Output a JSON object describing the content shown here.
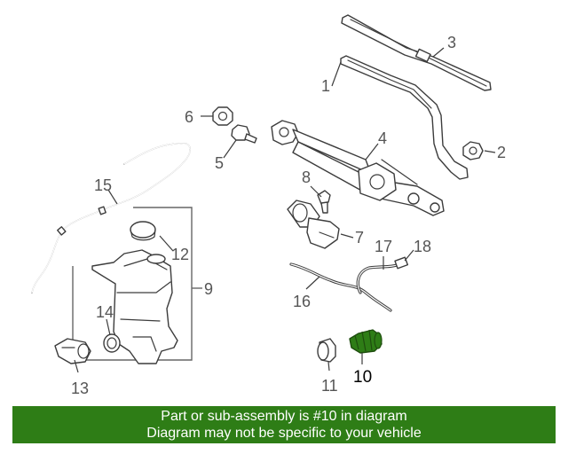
{
  "diagram": {
    "callouts": {
      "c1": "1",
      "c2": "2",
      "c3": "3",
      "c4": "4",
      "c5": "5",
      "c6": "6",
      "c7": "7",
      "c8": "8",
      "c9": "9",
      "c10": "10",
      "c11": "11",
      "c12": "12",
      "c13": "13",
      "c14": "14",
      "c15": "15",
      "c16": "16",
      "c17": "17",
      "c18": "18"
    },
    "highlight_part": "10",
    "colors": {
      "highlight": "#2e7d16",
      "banner": "#2e7d16",
      "line": "#3c3c3c"
    }
  },
  "banner": {
    "line1": "Part or sub-assembly is #10 in diagram",
    "line2": "Diagram may not be specific to your vehicle"
  }
}
